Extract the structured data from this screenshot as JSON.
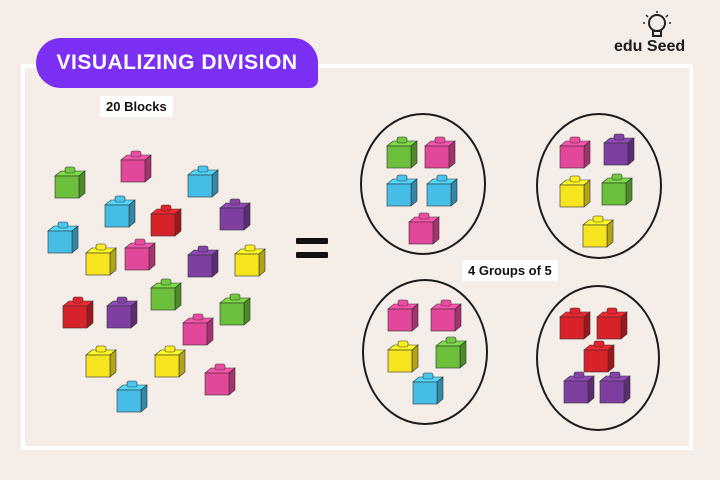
{
  "title": "VISUALIZING DIVISION",
  "logo_text": "edu Seed",
  "left_label": "20 Blocks",
  "right_label": "4 Groups of 5",
  "colors": {
    "green": "#6cbf3a",
    "pink": "#e2479a",
    "blue": "#45bde6",
    "red": "#d8222a",
    "purple": "#7e3fa0",
    "yellow": "#f6e41e",
    "title_bg": "#7b2ff2"
  },
  "total_blocks": 20,
  "groups": 4,
  "blocks_per_group": 5
}
